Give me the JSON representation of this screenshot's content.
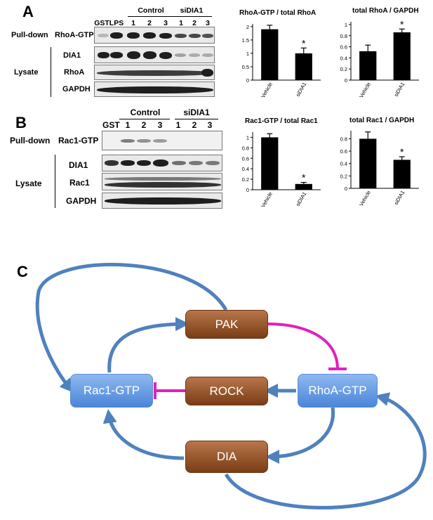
{
  "panel_a": {
    "letter": "A",
    "lane_labels": [
      "GST",
      "LPS",
      "1",
      "2",
      "3",
      "1",
      "2",
      "3"
    ],
    "group_labels": [
      "Control",
      "siDIA1"
    ],
    "row_labels": {
      "pulldown_group": "Pull-down",
      "pulldown": "RhoA-GTP",
      "lysate_group": "Lysate",
      "dia1": "DIA1",
      "rhoa": "RhoA",
      "gapdh": "GAPDH"
    }
  },
  "panel_b": {
    "letter": "B",
    "lane_labels": [
      "GST",
      "1",
      "2",
      "3",
      "1",
      "2",
      "3"
    ],
    "group_labels": [
      "Control",
      "siDIA1"
    ],
    "row_labels": {
      "pulldown_group": "Pull-down",
      "pulldown": "Rac1-GTP",
      "lysate_group": "Lysate",
      "dia1": "DIA1",
      "rac1": "Rac1",
      "gapdh": "GAPDH"
    }
  },
  "panel_c": {
    "letter": "C",
    "nodes": {
      "pak": "PAK",
      "rock": "ROCK",
      "dia": "DIA",
      "rac1": "Rac1-GTP",
      "rhoa": "RhoA-GTP"
    },
    "colors": {
      "activation": "#4f81bd",
      "inhibition": "#e020c0"
    }
  },
  "chart_data": [
    {
      "type": "bar",
      "title": "RhoA-GTP / total RhoA",
      "categories": [
        "Vehicle",
        "siDIA1"
      ],
      "values": [
        1.9,
        1.0
      ],
      "errors": [
        0.15,
        0.2
      ],
      "yticks": [
        "0",
        "0.5",
        "1",
        "1.5",
        "2"
      ],
      "ylim": [
        0,
        2.1
      ],
      "significance": [
        "",
        "*"
      ]
    },
    {
      "type": "bar",
      "title": "total RhoA / GAPDH",
      "categories": [
        "Vehicle",
        "siDIA1"
      ],
      "values": [
        0.52,
        0.86
      ],
      "errors": [
        0.11,
        0.06
      ],
      "yticks": [
        "0",
        "0.2",
        "0.4",
        "0.6",
        "0.8",
        "1"
      ],
      "ylim": [
        0,
        1.05
      ],
      "significance": [
        "",
        "*"
      ]
    },
    {
      "type": "bar",
      "title": "Rac1-GTP / total Rac1",
      "categories": [
        "Vehicle",
        "siDIA1"
      ],
      "values": [
        1.0,
        0.11
      ],
      "errors": [
        0.07,
        0.03
      ],
      "yticks": [
        "0",
        "0.2",
        "0.4",
        "0.6",
        "0.8",
        "1"
      ],
      "ylim": [
        0,
        1.1
      ],
      "significance": [
        "",
        "*"
      ]
    },
    {
      "type": "bar",
      "title": "total Rac1 / GAPDH",
      "categories": [
        "Vehicle",
        "siDIA1"
      ],
      "values": [
        0.8,
        0.46
      ],
      "errors": [
        0.11,
        0.05
      ],
      "yticks": [
        "0",
        "0.2",
        "0.4",
        "0.6",
        "0.8"
      ],
      "ylim": [
        0,
        0.93
      ],
      "significance": [
        "",
        "*"
      ]
    }
  ]
}
